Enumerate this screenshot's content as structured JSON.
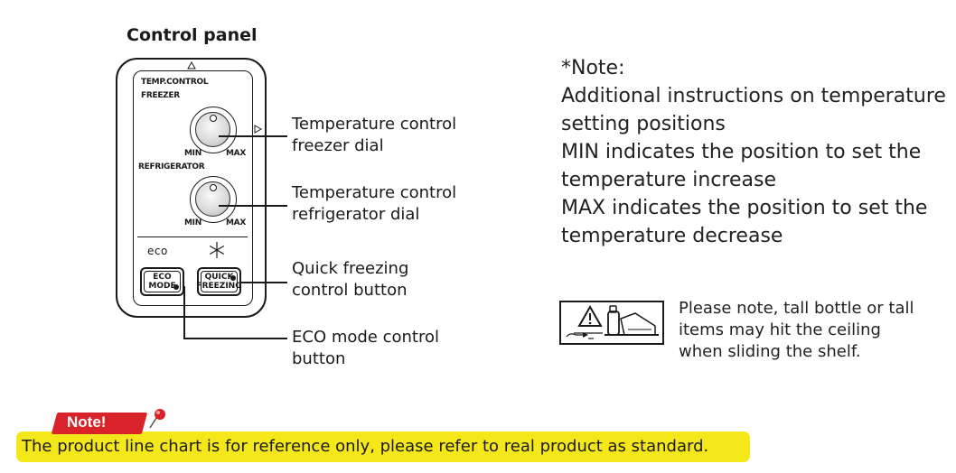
{
  "title": "Control panel",
  "panel": {
    "temp_control_label": "TEMP.CONTROL",
    "freezer_label": "FREEZER",
    "refrigerator_label": "REFRIGERATOR",
    "min_label": "MIN",
    "max_label": "MAX",
    "eco_logo": "eco",
    "eco_button_line1": "ECO",
    "eco_button_line2": "MODE",
    "quick_button_line1": "QUICK",
    "quick_button_line2": "FREEZING"
  },
  "callouts": {
    "freezer_dial_line1": "Temperature control",
    "freezer_dial_line2": "freezer dial",
    "refrigerator_dial_line1": "Temperature control",
    "refrigerator_dial_line2": "refrigerator dial",
    "quick_freezing_line1": "Quick freezing",
    "quick_freezing_line2": "control button",
    "eco_mode_line1": "ECO mode control",
    "eco_mode_line2": "button"
  },
  "note": {
    "heading": "*Note:",
    "lines": [
      "Additional instructions on temperature",
      "setting positions",
      "MIN indicates the position to set the",
      "temperature increase",
      "MAX indicates the position to set the",
      "temperature decrease"
    ]
  },
  "warning": {
    "icon": "warning-triangle-icon",
    "lines": [
      "Please note, tall bottle or tall",
      "items may hit the ceiling",
      "when sliding the shelf."
    ]
  },
  "footer": {
    "tag": "Note!",
    "text": "The product line chart is for reference only, please refer to real product as standard."
  },
  "colors": {
    "highlight": "#f4e71a",
    "tag": "#d8232a",
    "ink": "#1a1a1a"
  }
}
